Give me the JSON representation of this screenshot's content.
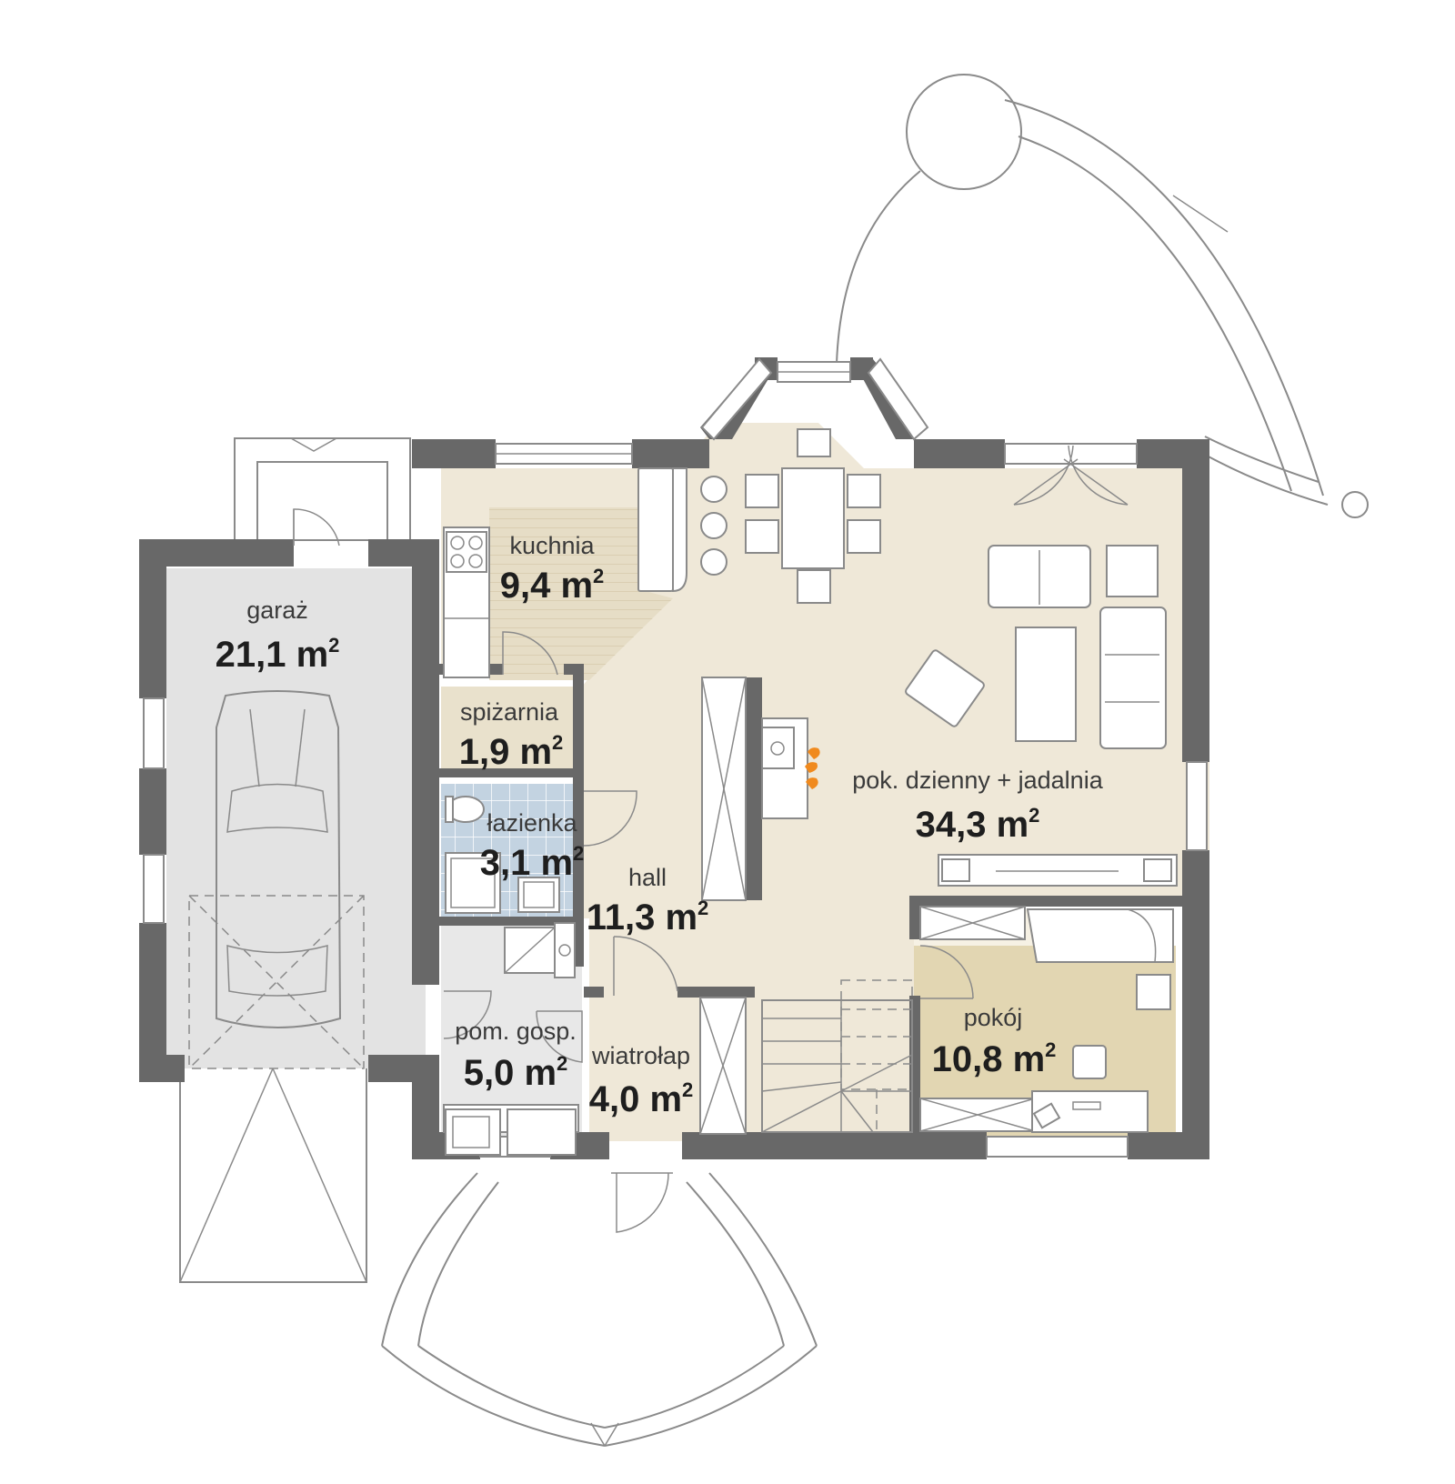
{
  "rooms": [
    {
      "id": "garaz",
      "name": "garaż",
      "area_value": "21,1 m",
      "area_unit_sup": "2"
    },
    {
      "id": "kuchnia",
      "name": "kuchnia",
      "area_value": "9,4 m",
      "area_unit_sup": "2"
    },
    {
      "id": "spizarnia",
      "name": "spiżarnia",
      "area_value": "1,9 m",
      "area_unit_sup": "2"
    },
    {
      "id": "lazienka",
      "name": "łazienka",
      "area_value": "3,1 m",
      "area_unit_sup": "2"
    },
    {
      "id": "hall",
      "name": "hall",
      "area_value": "11,3 m",
      "area_unit_sup": "2"
    },
    {
      "id": "pom_gosp",
      "name": "pom. gosp.",
      "area_value": "5,0 m",
      "area_unit_sup": "2"
    },
    {
      "id": "wiatrolap",
      "name": "wiatrołap",
      "area_value": "4,0 m",
      "area_unit_sup": "2"
    },
    {
      "id": "pokoj",
      "name": "pokój",
      "area_value": "10,8 m",
      "area_unit_sup": "2"
    },
    {
      "id": "dzienny",
      "name": "pok. dzienny + jadalnia",
      "area_value": "34,3 m",
      "area_unit_sup": "2"
    }
  ],
  "colors": {
    "wall": "#686868",
    "floor_living": "#efe8d8",
    "floor_garage": "#e3e3e3",
    "floor_utility": "#e8e8e8",
    "floor_bath_tiles": "#c3d3e1",
    "floor_kitchen_wood": "#e6ddc6",
    "floor_pantry": "#e9e1cc",
    "floor_bedroom": "#e2d6b2",
    "fireplace_flame": "#f08a1e",
    "line": "#8a8a8a"
  }
}
